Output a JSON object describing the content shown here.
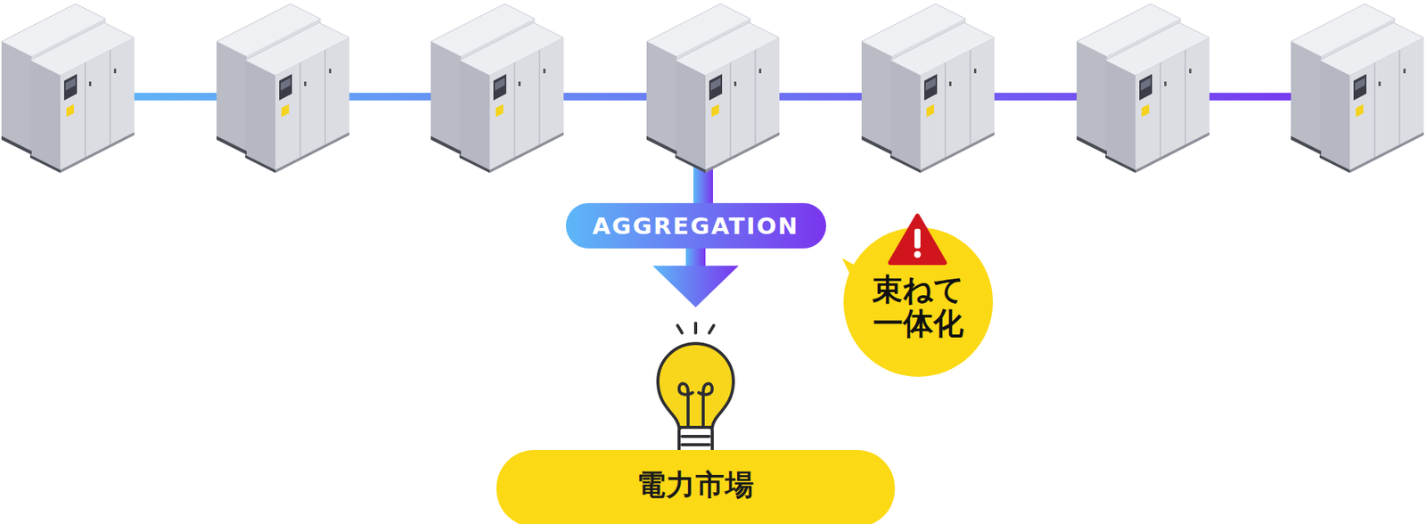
{
  "diagram": {
    "nodes": [
      {
        "text": [
          "AGGREGATION"
        ]
      },
      {
        "text": [
          "電力市場"
        ]
      },
      {
        "text": [
          "束ねて 一体化"
        ]
      }
    ]
  }
}
